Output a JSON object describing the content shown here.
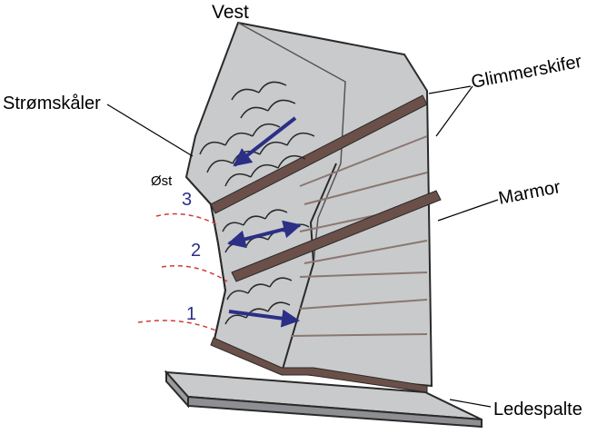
{
  "labels": {
    "top": "Vest",
    "left_scallops": "Strømskåler",
    "east": "Øst",
    "right_top": "Glimmerskifer",
    "right_mid": "Marmor",
    "bottom": "Ledespalte"
  },
  "stages": [
    "3",
    "2",
    "1"
  ],
  "colors": {
    "rock_fill": "#c9cacc",
    "schist_band": "#6a5048",
    "arrow": "#2b2f86",
    "dashed": "#d23a3a",
    "outline": "#2a2a2a"
  }
}
